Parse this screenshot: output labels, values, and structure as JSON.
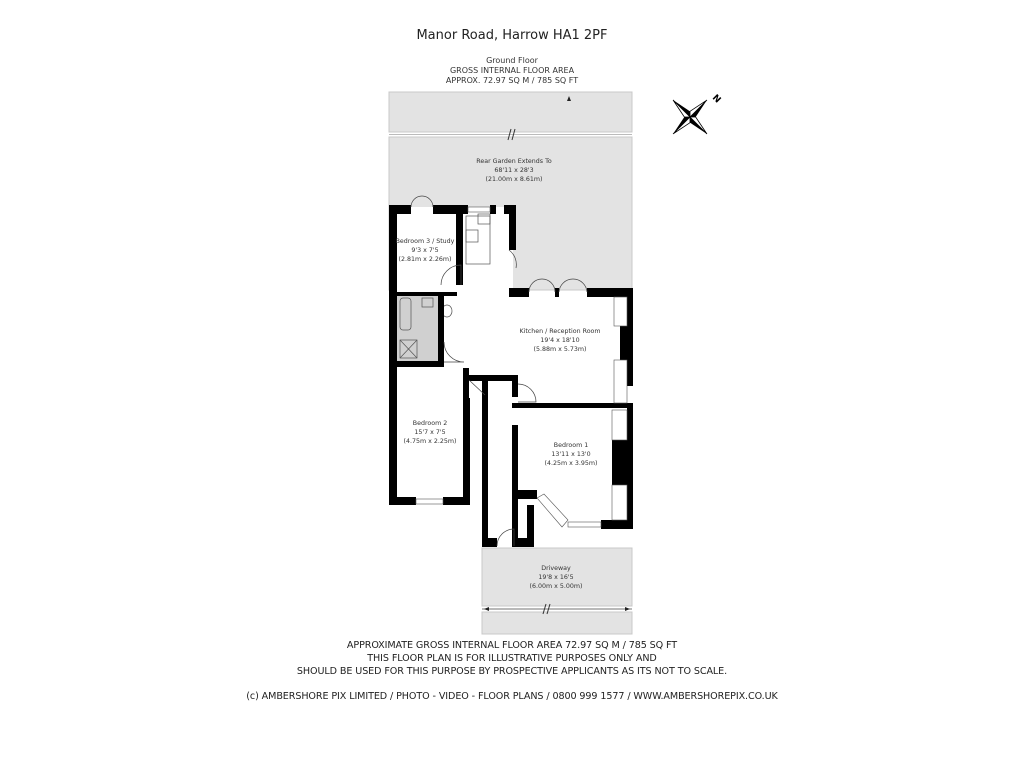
{
  "header": {
    "title": "Manor Road, Harrow HA1 2PF",
    "floor": "Ground Floor",
    "area_label": "GROSS INTERNAL FLOOR AREA",
    "area_value": "APPROX. 72.97 SQ M / 785 SQ FT"
  },
  "compass": {
    "label": "N"
  },
  "rooms": [
    {
      "name": "Rear Garden Extends To",
      "imperial": "68'11 x 28'3",
      "metric": "(21.00m x 8.61m)"
    },
    {
      "name": "Bedroom 3 / Study",
      "imperial": "9'3 x 7'5",
      "metric": "(2.81m x 2.26m)"
    },
    {
      "name": "Kitchen / Reception Room",
      "imperial": "19'4 x 18'10",
      "metric": "(5.88m x 5.73m)"
    },
    {
      "name": "Bedroom 2",
      "imperial": "15'7 x 7'5",
      "metric": "(4.75m x 2.25m)"
    },
    {
      "name": "Bedroom 1",
      "imperial": "13'11 x 13'0",
      "metric": "(4.25m x 3.95m)"
    },
    {
      "name": "Driveway",
      "imperial": "19'8 x 16'5",
      "metric": "(6.00m x 5.00m)"
    }
  ],
  "colors": {
    "wall": "#000000",
    "exterior": "#e3e3e3",
    "wet_room": "#d0d0d0",
    "floor": "#ffffff"
  },
  "footer": {
    "line1": "APPROXIMATE GROSS INTERNAL FLOOR AREA 72.97 SQ M / 785 SQ FT",
    "line2": "THIS FLOOR PLAN IS FOR ILLUSTRATIVE PURPOSES ONLY AND",
    "line3": "SHOULD BE USED FOR THIS PURPOSE BY PROSPECTIVE APPLICANTS AS ITS NOT TO SCALE.",
    "credit": "(c) AMBERSHORE PIX LIMITED / PHOTO - VIDEO - FLOOR PLANS / 0800 999 1577 / WWW.AMBERSHOREPIX.CO.UK"
  }
}
